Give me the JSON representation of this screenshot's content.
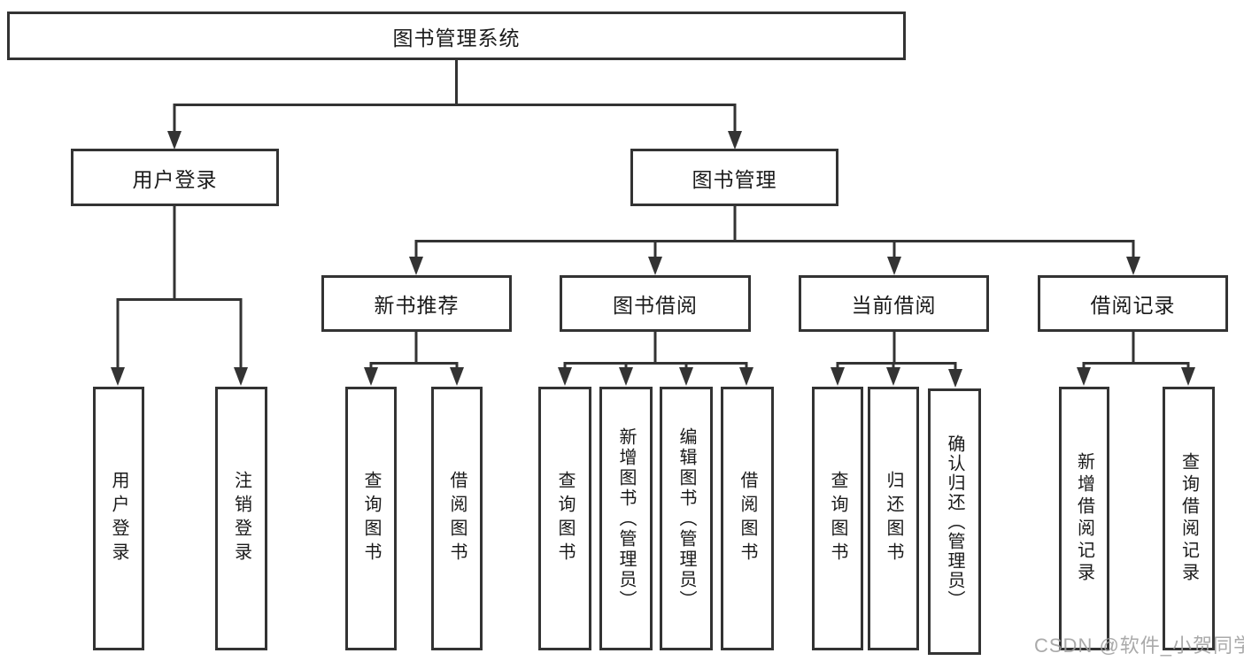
{
  "title": "图书管理系统",
  "level1": {
    "user_login": "用户登录",
    "book_mgmt": "图书管理"
  },
  "level2": {
    "new_book": "新书推荐",
    "book_borrow": "图书借阅",
    "current_borrow": "当前借阅",
    "borrow_records": "借阅记录"
  },
  "leaves": {
    "user_login": [
      "用户登录",
      "注销登录"
    ],
    "new_book": [
      "查询图书",
      "借阅图书"
    ],
    "book_borrow": [
      "查询图书",
      "新增图书（管理员）",
      "编辑图书（管理员）",
      "借阅图书"
    ],
    "current_borrow": [
      "查询图书",
      "归还图书",
      "确认归还（管理员）"
    ],
    "borrow_records": [
      "新增借阅记录",
      "查询借阅记录"
    ]
  },
  "watermark": "CSDN @软件_小贺同学",
  "colors": {
    "line": "#333333",
    "border": "#333333",
    "text": "#1a1a1a",
    "background": "#ffffff",
    "watermark": "#9e9e9e"
  }
}
